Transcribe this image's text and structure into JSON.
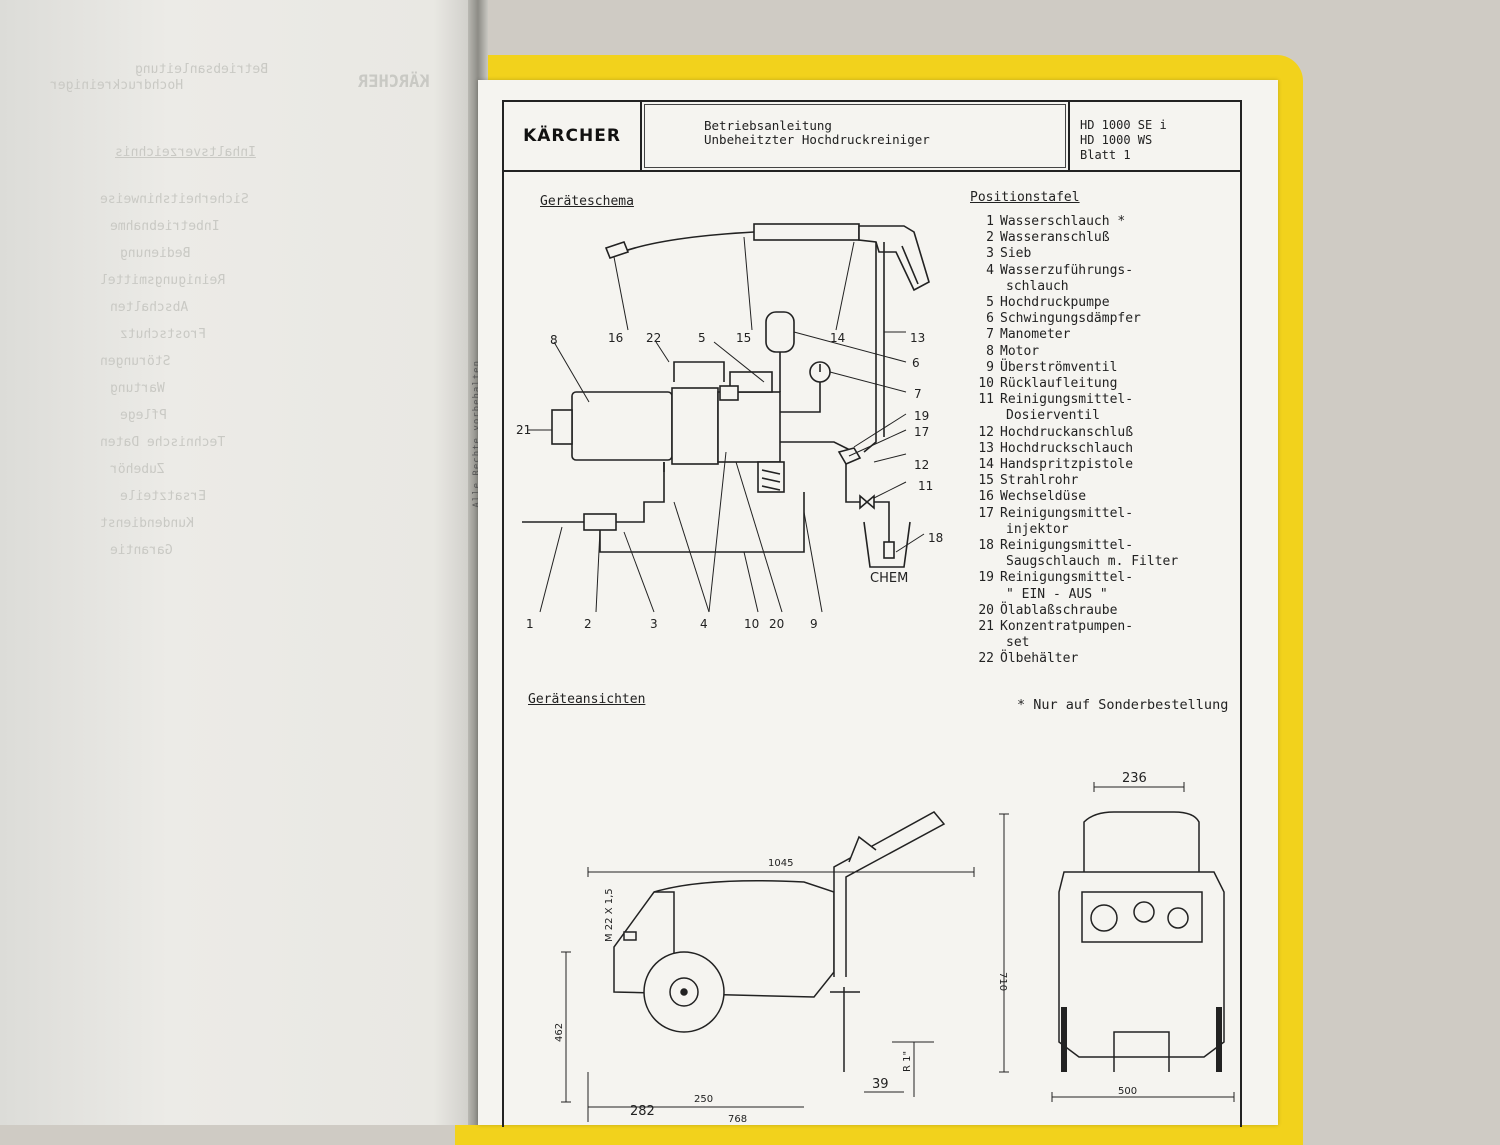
{
  "header": {
    "logo": "KÄRCHER",
    "title_line1": "Betriebsanleitung",
    "title_line2": "Unbeheitzter Hochdruckreiniger",
    "model_line1": "HD 1000 SE i",
    "model_line2": "HD 1000 WS",
    "sheet": "Blatt 1"
  },
  "schema": {
    "title": "Geräteschema",
    "callouts": [
      "16",
      "15",
      "14",
      "13",
      "22",
      "5",
      "8",
      "6",
      "7",
      "21",
      "19",
      "17",
      "12",
      "11",
      "18",
      "1",
      "2",
      "3",
      "4",
      "10",
      "20",
      "9"
    ],
    "chem_label": "CHEM"
  },
  "positions": {
    "title": "Positionstafel",
    "items": [
      {
        "num": "1",
        "text": "Wasserschlauch *"
      },
      {
        "num": "2",
        "text": "Wasseranschluß"
      },
      {
        "num": "3",
        "text": "Sieb"
      },
      {
        "num": "4",
        "text": "Wasserzuführungs-"
      },
      {
        "num": "",
        "text": "schlauch"
      },
      {
        "num": "5",
        "text": "Hochdruckpumpe"
      },
      {
        "num": "6",
        "text": "Schwingungsdämpfer"
      },
      {
        "num": "7",
        "text": "Manometer"
      },
      {
        "num": "8",
        "text": "Motor"
      },
      {
        "num": "9",
        "text": "Überströmventil"
      },
      {
        "num": "10",
        "text": "Rücklaufleitung"
      },
      {
        "num": "11",
        "text": "Reinigungsmittel-"
      },
      {
        "num": "",
        "text": "Dosierventil"
      },
      {
        "num": "12",
        "text": "Hochdruckanschluß"
      },
      {
        "num": "13",
        "text": "Hochdruckschlauch"
      },
      {
        "num": "14",
        "text": "Handspritzpistole"
      },
      {
        "num": "15",
        "text": "Strahlrohr"
      },
      {
        "num": "16",
        "text": "Wechseldüse"
      },
      {
        "num": "17",
        "text": "Reinigungsmittel-"
      },
      {
        "num": "",
        "text": "injektor"
      },
      {
        "num": "18",
        "text": "Reinigungsmittel-"
      },
      {
        "num": "",
        "text": "Saugschlauch m. Filter"
      },
      {
        "num": "19",
        "text": "Reinigungsmittel-"
      },
      {
        "num": "",
        "text": "\" EIN - AUS \""
      },
      {
        "num": "20",
        "text": "Ölablaßschraube"
      },
      {
        "num": "21",
        "text": "Konzentratpumpen-"
      },
      {
        "num": "",
        "text": "set"
      },
      {
        "num": "22",
        "text": "Ölbehälter"
      }
    ],
    "note": "* Nur auf Sonderbestellung"
  },
  "views": {
    "title": "Geräteansichten",
    "dims": {
      "length": "1045",
      "height_total": "710",
      "height_body": "462",
      "thread": "M 22 X 1,5",
      "r": "R 1\"",
      "d282": "282",
      "d250": "250",
      "d768": "768",
      "d39": "39",
      "width_top": "236",
      "width_bottom": "500"
    }
  },
  "left_page": {
    "header_a": "Betriebsanleitung",
    "header_b": "Hochdruckreiniger",
    "header_logo": "KÄRCHER",
    "toc_title": "Inhaltsverzeichnis",
    "toc_items": [
      "Sicherheitshinweise",
      "Inbetriebnahme",
      "Bedienung",
      "Reinigungsmittel",
      "Abschalten",
      "Frostschutz",
      "Störungen",
      "Wartung",
      "Pflege",
      "Technische Daten",
      "Zubehör",
      "Ersatzteile",
      "Kundendienst",
      "Garantie"
    ],
    "binding_text": "Alle Rechte vorbehalten"
  },
  "colors": {
    "folder": "#f2d21c",
    "page": "#f5f4f0",
    "ink": "#222222"
  }
}
